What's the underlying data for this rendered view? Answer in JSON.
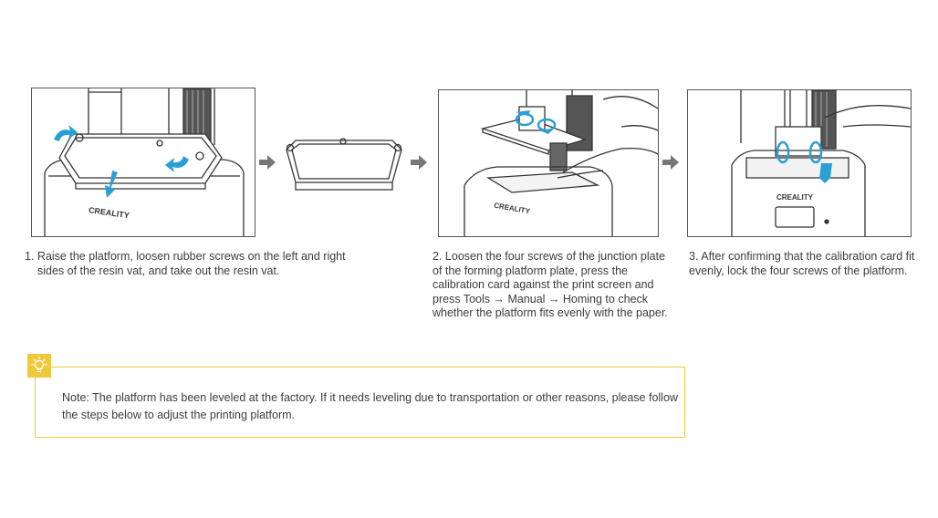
{
  "steps": [
    {
      "number": "1.",
      "text": "Raise the platform, loosen rubber screws on the left and right sides of the resin vat, and take out the resin vat."
    },
    {
      "number": "2.",
      "text": "Loosen the four screws of the junction plate of the forming platform plate, press the calibration card against the print screen and press Tools → Manual → Homing to check whether the platform fits evenly with the paper."
    },
    {
      "number": "3.",
      "text": "After confirming that the calibration card fit evenly, lock the four screws of the platform."
    }
  ],
  "brand_label": "CREALITY",
  "note": {
    "icon": "lightbulb-icon",
    "text": "Note: The platform has been leveled at the factory. If it needs leveling due to transportation or other reasons, please follow the steps below to adjust the printing platform."
  },
  "colors": {
    "accent_blue": "#2a9fd6",
    "note_yellow": "#f0c83c",
    "arrow_gray": "#777777"
  }
}
